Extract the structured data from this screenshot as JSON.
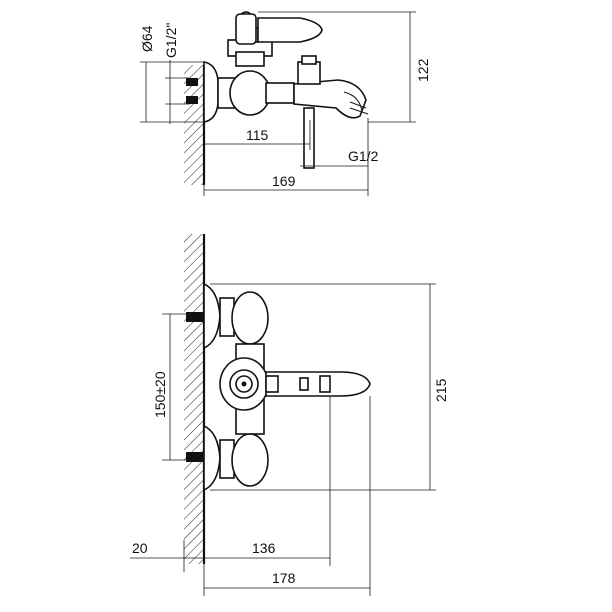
{
  "dimensions": {
    "top_view": {
      "diameter": "Ø64",
      "thread_inlet": "G1/2\"",
      "height": "122",
      "wall_to_spout": "115",
      "outlet_thread": "G1/2",
      "total_depth": "169"
    },
    "front_view": {
      "inlet_spacing": "150±20",
      "height": "215",
      "wall_thickness": "20",
      "wall_to_handle": "136",
      "total_depth": "178"
    }
  }
}
